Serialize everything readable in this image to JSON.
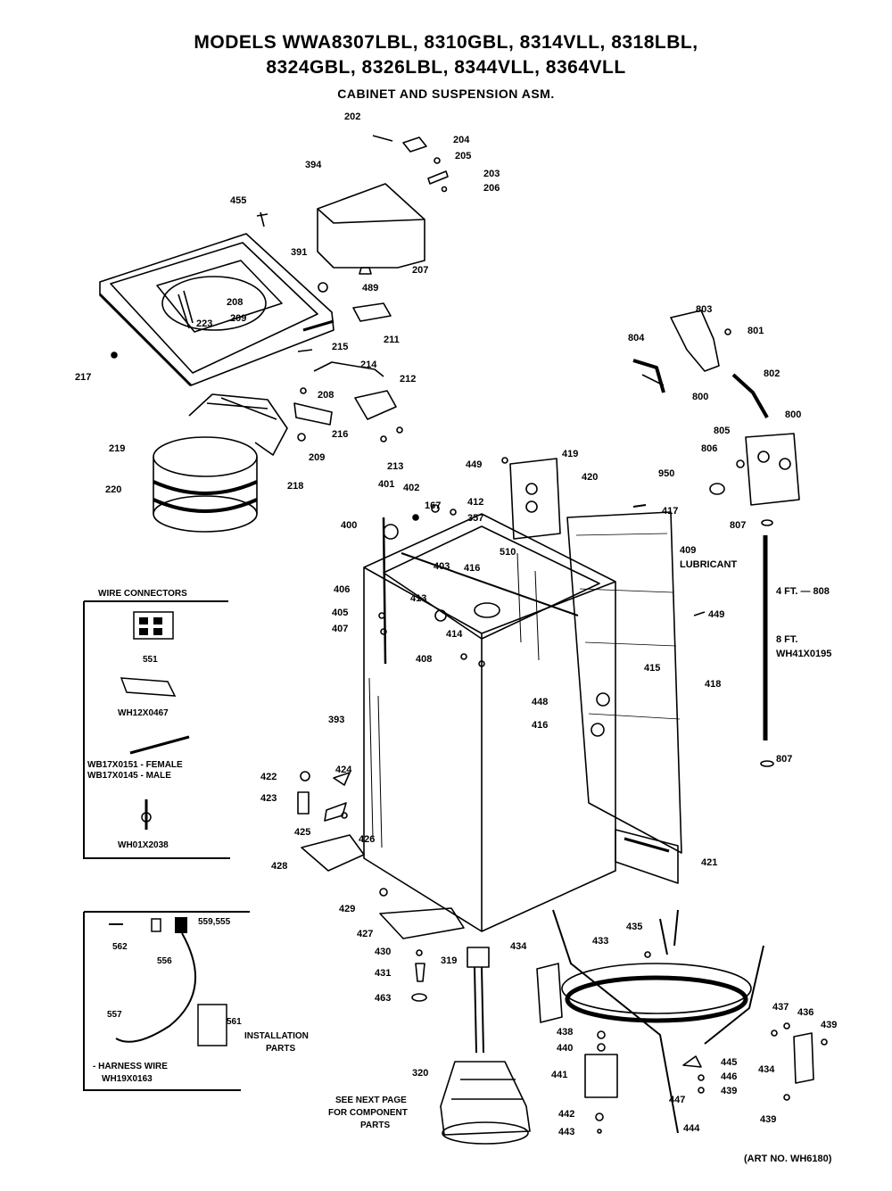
{
  "title_line1": "MODELS WWA8307LBL, 8310GBL, 8314VLL, 8318LBL,",
  "title_line2": "8324GBL, 8326LBL, 8344VLL, 8364VLL",
  "subtitle": "CABINET AND SUSPENSION ASM.",
  "art_no": "(ART NO. WH6180)",
  "callouts": [
    "202",
    "204",
    "205",
    "203",
    "206",
    "394",
    "455",
    "391",
    "207",
    "489",
    "208",
    "209",
    "223",
    "211",
    "215",
    "214",
    "217",
    "212",
    "208",
    "216",
    "213",
    "209",
    "219",
    "220",
    "218",
    "803",
    "801",
    "804",
    "800",
    "802",
    "800",
    "805",
    "806",
    "950",
    "807",
    "419",
    "449",
    "420",
    "417",
    "401",
    "402",
    "167",
    "412",
    "357",
    "400",
    "510",
    "403",
    "416",
    "409",
    "406",
    "405",
    "413",
    "407",
    "414",
    "408",
    "393",
    "415",
    "418",
    "448",
    "449",
    "416",
    "422",
    "424",
    "423",
    "425",
    "426",
    "428",
    "421",
    "429",
    "427",
    "433",
    "435",
    "434",
    "430",
    "319",
    "431",
    "463",
    "320",
    "438",
    "440",
    "445",
    "446",
    "441",
    "439",
    "447",
    "442",
    "443",
    "444",
    "437",
    "436",
    "439",
    "434",
    "439",
    "807"
  ],
  "callout_texts": {
    "lubricant_num": "409",
    "lubricant": "LUBRICANT",
    "hose_4ft": "4 FT. — 808",
    "hose_8ft": "8 FT.",
    "hose_8ft_part": "WH41X0195",
    "see_next_1": "SEE NEXT PAGE",
    "see_next_2": "FOR COMPONENT",
    "see_next_3": "PARTS"
  },
  "wire_box": {
    "heading": "WIRE CONNECTORS",
    "items": [
      "551",
      "WH12X0467",
      "WB17X0151 - FEMALE",
      "WB17X0145 - MALE",
      "WH01X2038"
    ]
  },
  "harness_box": {
    "items": [
      "562",
      "556",
      "559,555",
      "557",
      "561",
      "INSTALLATION",
      "PARTS",
      "- HARNESS WIRE",
      "WH19X0163"
    ]
  }
}
